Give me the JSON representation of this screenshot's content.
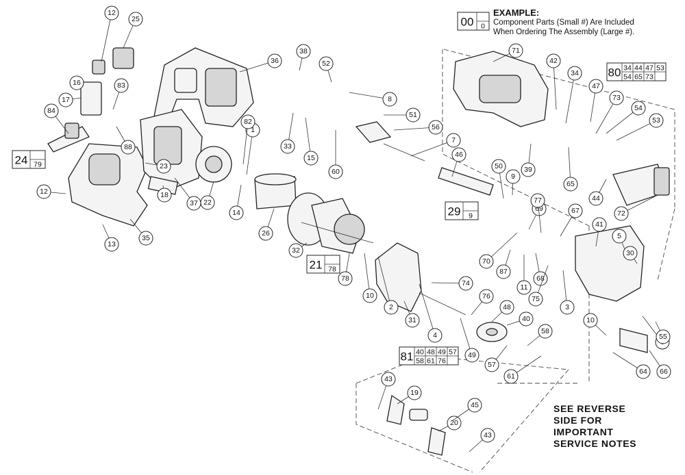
{
  "example": {
    "title": "EXAMPLE:",
    "line1": "Component Parts (Small #) Are Included",
    "line2": "When Ordering The Assembly (Large #).",
    "assembly_number": "00",
    "component_number": "0"
  },
  "service_notes": [
    "SEE REVERSE",
    "SIDE FOR",
    "IMPORTANT",
    "SERVICE NOTES"
  ],
  "callouts": [
    "1",
    "2",
    "3",
    "4",
    "5",
    "6",
    "7",
    "8",
    "9",
    "10",
    "10",
    "11",
    "12",
    "12",
    "13",
    "14",
    "15",
    "16",
    "17",
    "18",
    "19",
    "20",
    "22",
    "23",
    "25",
    "26",
    "30",
    "31",
    "32",
    "33",
    "34",
    "35",
    "36",
    "37",
    "38",
    "39",
    "40",
    "41",
    "42",
    "43",
    "43",
    "44",
    "45",
    "46",
    "47",
    "48",
    "49",
    "50",
    "51",
    "52",
    "53",
    "54",
    "55",
    "56",
    "57",
    "58",
    "60",
    "61",
    "64",
    "65",
    "66",
    "67",
    "68",
    "69",
    "70",
    "71",
    "72",
    "73",
    "74",
    "75",
    "76",
    "77",
    "78",
    "82",
    "83",
    "84",
    "87",
    "88"
  ],
  "assemblies": [
    {
      "number": "24",
      "components": [
        "79"
      ]
    },
    {
      "number": "21",
      "components": [
        "78"
      ]
    },
    {
      "number": "29",
      "components": [
        "9"
      ]
    },
    {
      "number": "80",
      "components": [
        "34",
        "44",
        "47",
        "53",
        "54",
        "65",
        "73"
      ]
    },
    {
      "number": "81",
      "components": [
        "40",
        "48",
        "49",
        "57",
        "58",
        "61",
        "76"
      ]
    }
  ]
}
